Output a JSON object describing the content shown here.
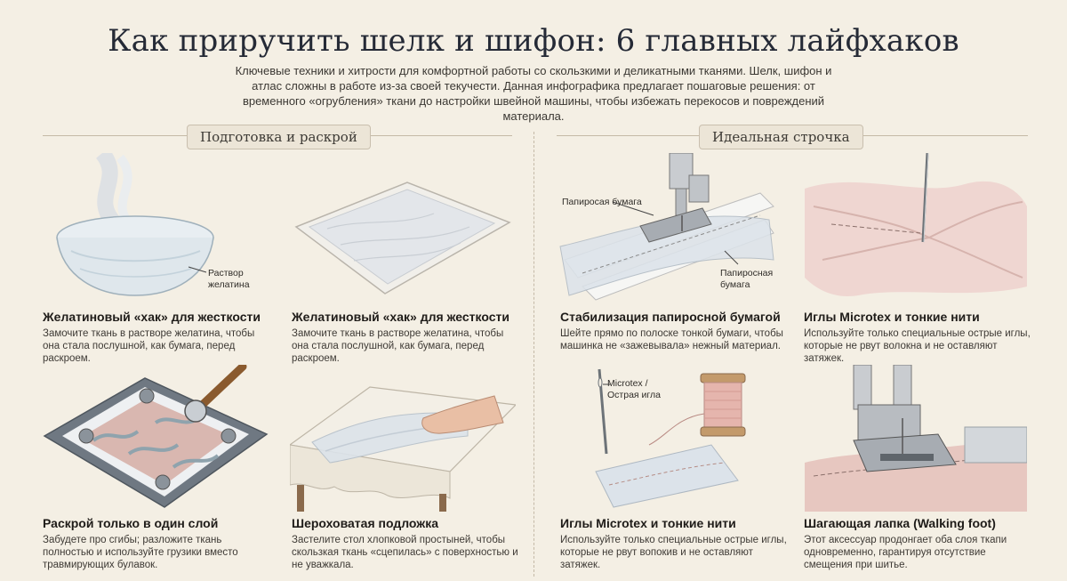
{
  "header": {
    "title": "Как приручить шелк и шифон: 6 главных лайфхаков",
    "subtitle": "Ключевые техники и хитрости для комфортной работы со скользкими и деликатными тканями. Шелк, шифон и атлас сложны в работе из-за своей текучести. Данная инфографика предлагает пошаговые решения: от временного «огрубления» ткани до настройки швейной машины, чтобы избежать перекосов и повреждений материала."
  },
  "sections": {
    "left": "Подготовка и раскрой",
    "right": "Идеальная строчка"
  },
  "labels": {
    "gelatin": "Раствор желатина",
    "paper_top": "Папиросая бумага",
    "paper_bottom": "Папиросная бумага",
    "microtex": "Microtex / Острая игла"
  },
  "cards": [
    {
      "title": "Желатиновый «хак» для жесткости",
      "desc": "Замочите ткань в растворе желатина, чтобы она стала послушной, как бумага, перед раскроем."
    },
    {
      "title": "Желатиновый «хак» для жесткости",
      "desc": "Замочите ткань в растворе желатина, чтобы она стала послушной, как бумага, перед раскроем."
    },
    {
      "title": "Стабилизация папиросной бумагой",
      "desc": "Шейте прямо по полоске тонкой бумаги, чтобы машинка не «зажевывала» нежный материал."
    },
    {
      "title": "Иглы Microtex и тонкие нити",
      "desc": "Используйте только специальные острые иглы, которые не рвут волокна и не оставляют затяжек."
    },
    {
      "title": "Раскрой только в один слой",
      "desc": "Забудете про сгибы; разложите ткань полностью и используйте грузики вместо травмирующих булавок."
    },
    {
      "title": "Шероховатая подложка",
      "desc": "Застелите стол хлопковой простыней, чтобы скользкая ткань «сцепилась» с поверхностью и не уважкала."
    },
    {
      "title": "Иглы Microtex и тонкие нити",
      "desc": "Используйте только специальные острые иглы, которые не рвут вопокив и не оставляют затяжек."
    },
    {
      "title": "Шагающая лапка (Walking foot)",
      "desc": "Этот аксессуар продонгает оба слоя ткапи одновременно, гарантируя отсутствие смещения при шитье."
    }
  ],
  "colors": {
    "background": "#f4efe4",
    "title": "#252a36",
    "pill_bg": "#ece5d7",
    "divider": "#c4b9a6"
  }
}
